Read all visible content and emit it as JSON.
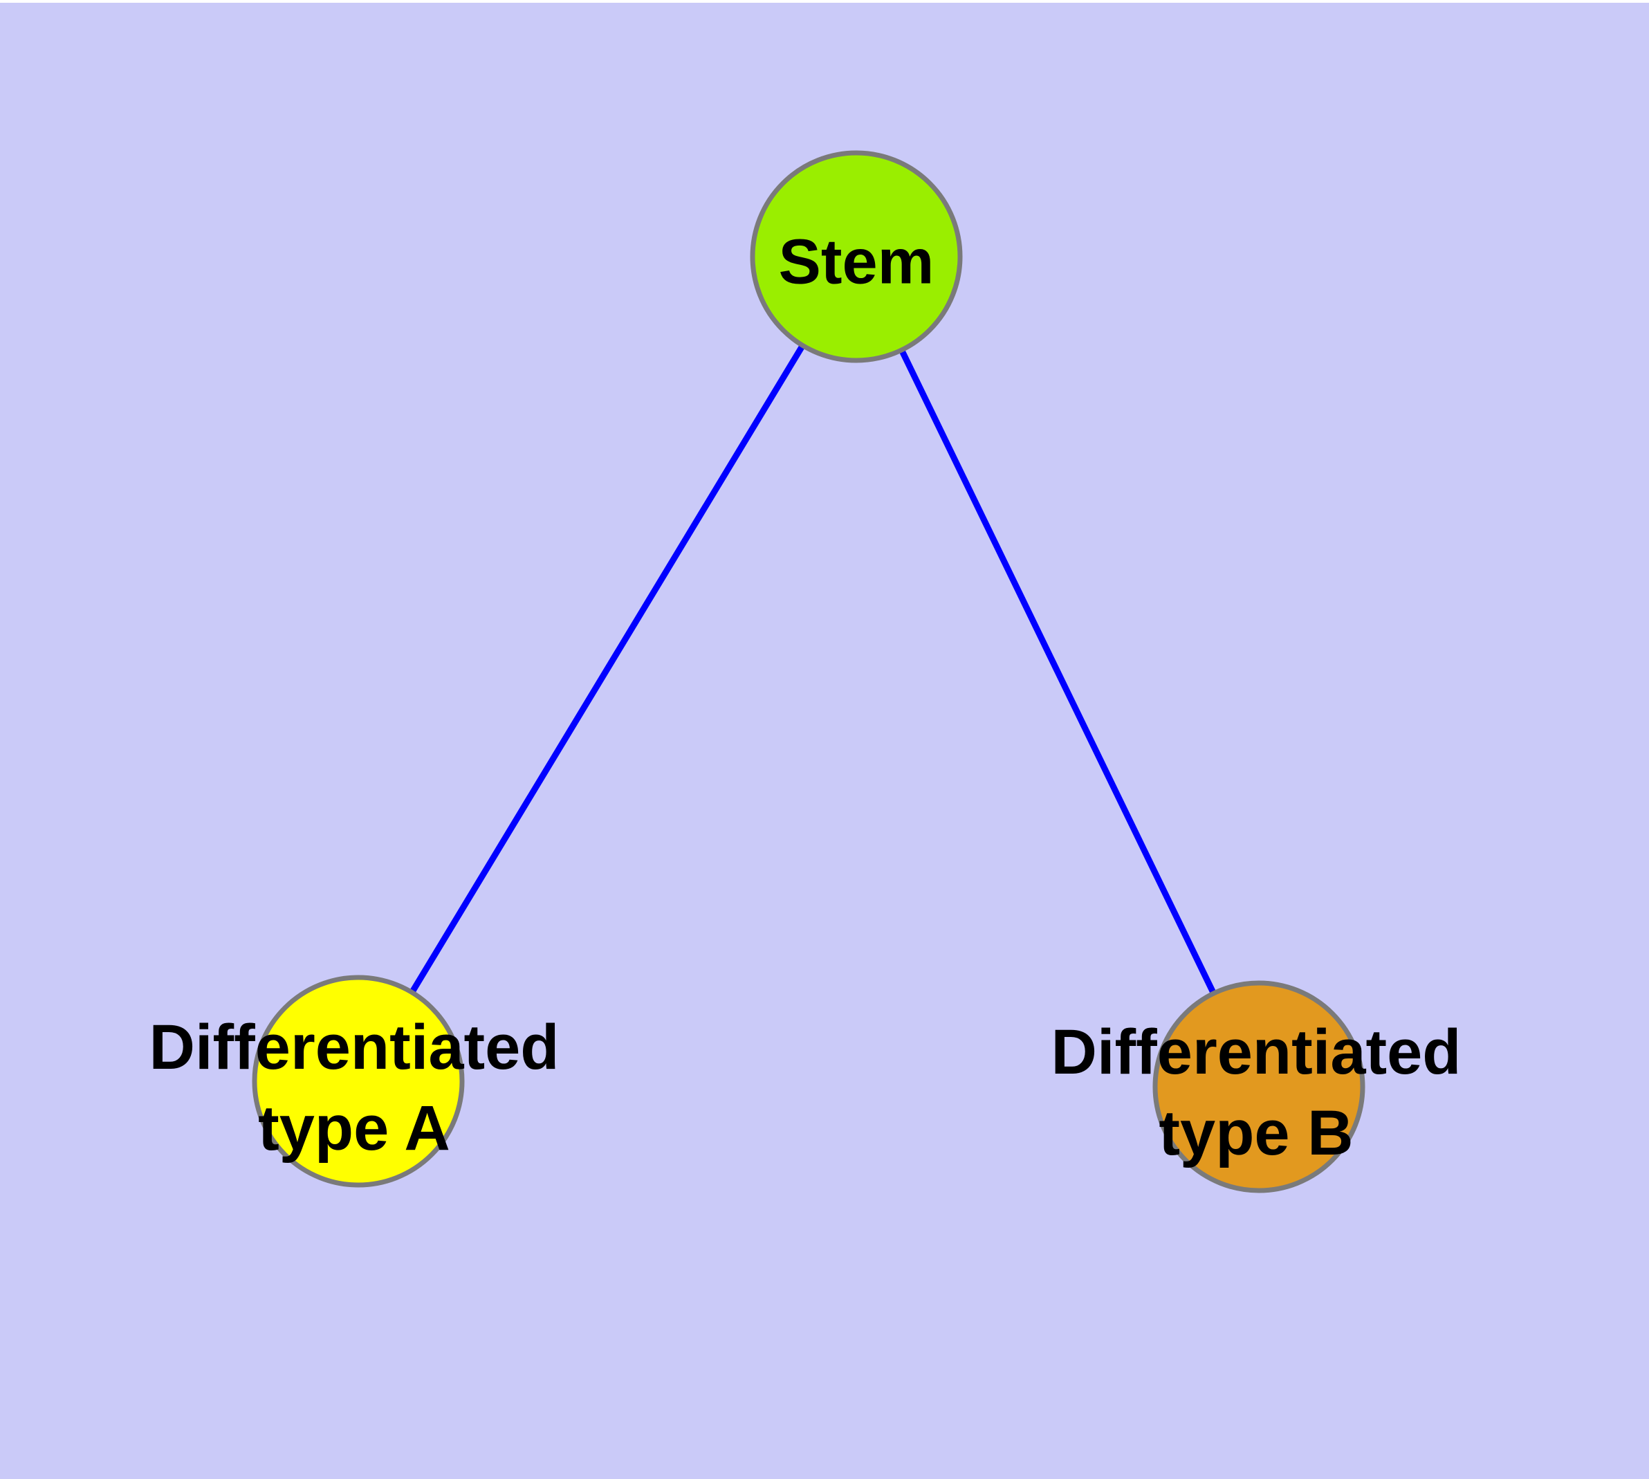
{
  "diagram": {
    "type": "node-link-graph",
    "background_color": "#CACAF8",
    "edge_color": "#0000FF",
    "node_border_color": "#7A7A7A",
    "label_color": "#000000",
    "nodes": [
      {
        "id": "stem",
        "lines": [
          "Stem"
        ],
        "label": "Stem",
        "fill": "#9AEE00"
      },
      {
        "id": "type_a",
        "lines": [
          "Differentiated",
          "type A"
        ],
        "label": "Differentiated type A",
        "fill": "#FFFF00"
      },
      {
        "id": "type_b",
        "lines": [
          "Differentiated",
          "type B"
        ],
        "label": "Differentiated type B",
        "fill": "#E2991F"
      }
    ],
    "edges": [
      {
        "from": "Stem",
        "to": "Differentiated type A"
      },
      {
        "from": "Stem",
        "to": "Differentiated type B"
      }
    ]
  }
}
